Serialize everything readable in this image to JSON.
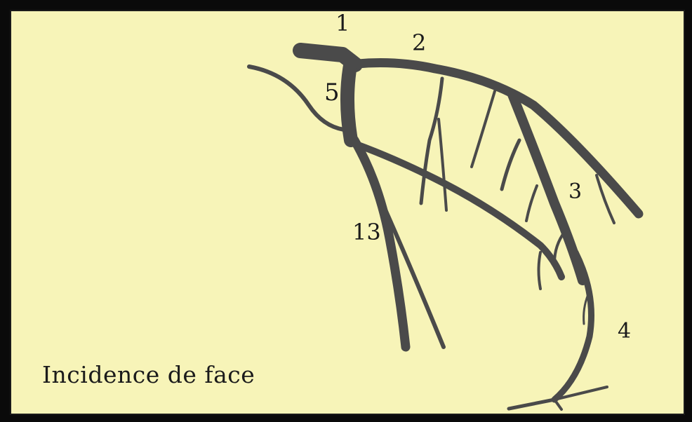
{
  "labels": {
    "l1": "1",
    "l2": "2",
    "l3": "3",
    "l4": "4",
    "l5": "5",
    "l13": "13"
  },
  "caption": "Incidence de face",
  "colors": {
    "paper": "#f7f4b8",
    "vessel": "#4a4a4a",
    "text": "#1b1b1b"
  }
}
